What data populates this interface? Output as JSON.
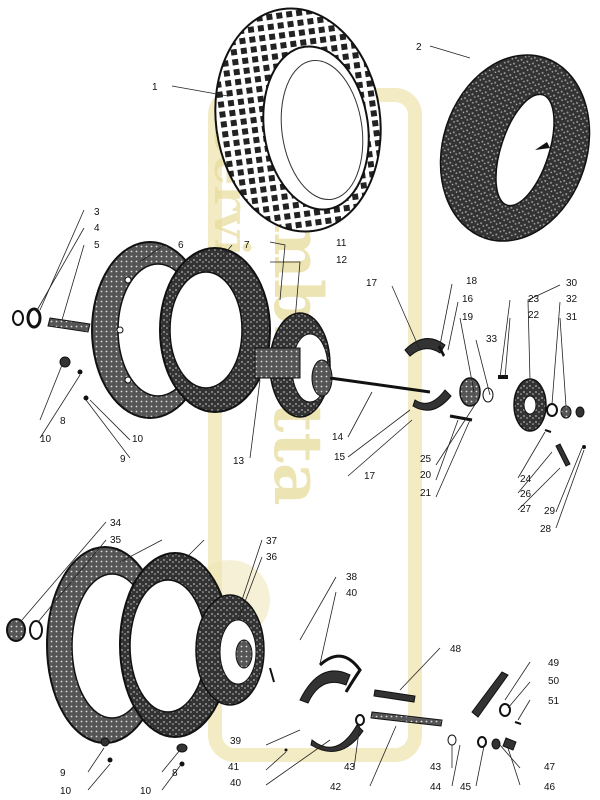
{
  "watermark": {
    "line1": "Lambretta",
    "line2": "Service",
    "color": "#e8dc9a"
  },
  "labels": [
    "1",
    "2",
    "3",
    "4",
    "5",
    "6",
    "7",
    "8",
    "9",
    "10",
    "11",
    "12",
    "13",
    "14",
    "15",
    "16",
    "17",
    "18",
    "19",
    "20",
    "21",
    "22",
    "23",
    "24",
    "25",
    "26",
    "27",
    "28",
    "29",
    "30",
    "31",
    "32",
    "33",
    "34",
    "35",
    "36",
    "37",
    "38",
    "39",
    "40",
    "41",
    "42",
    "43",
    "44",
    "45",
    "46",
    "47",
    "48",
    "49",
    "50",
    "51"
  ],
  "parts": [
    {
      "id": "tyre",
      "label": "1"
    },
    {
      "id": "inner-tube",
      "label": "2"
    },
    {
      "id": "front-hub-assembly"
    },
    {
      "id": "rear-hub-assembly"
    },
    {
      "id": "brake-shoes"
    },
    {
      "id": "brake-levers"
    }
  ]
}
